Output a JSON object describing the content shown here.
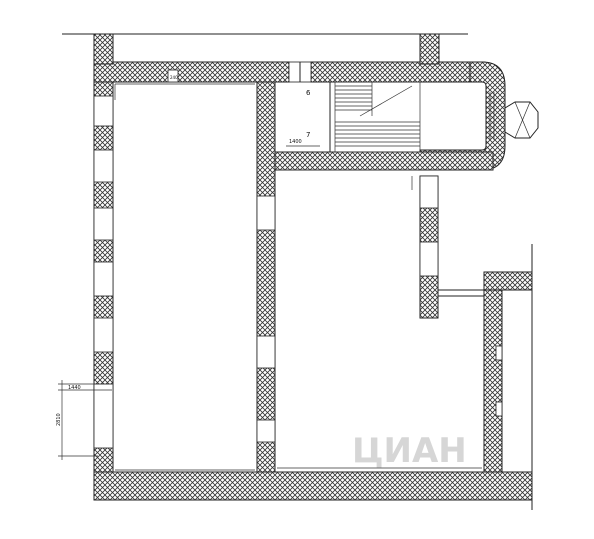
{
  "labels": {
    "room_6": "6",
    "room_7": "7",
    "dim_top": "240",
    "dim_door": "1400",
    "dim_left_h": "1440",
    "dim_left_v": "2810"
  },
  "watermark": "ЦИАН",
  "colors": {
    "line": "#222222",
    "hatch": "#333333",
    "background": "#ffffff"
  }
}
